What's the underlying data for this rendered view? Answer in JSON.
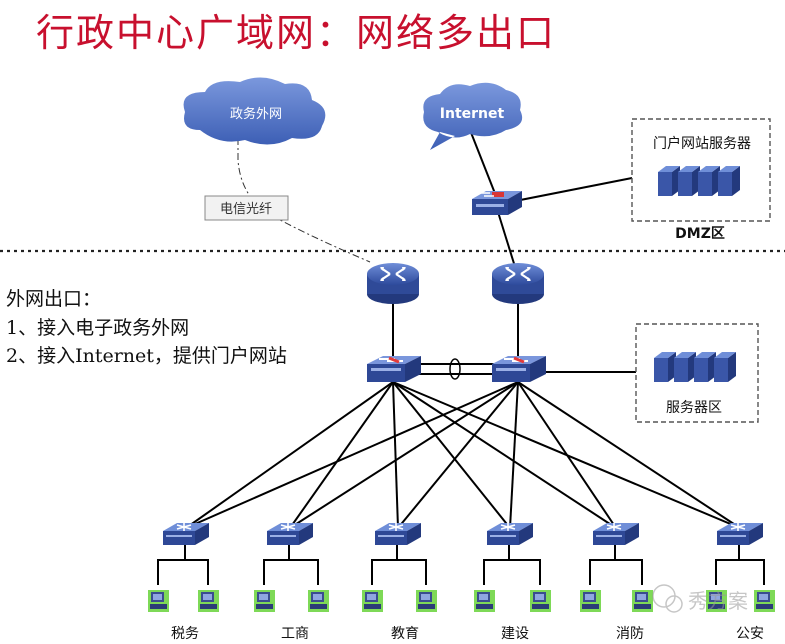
{
  "title": "行政中心广域网：网络多出口",
  "cloud_gov": "政务外网",
  "cloud_internet": "Internet",
  "fiber_label": "电信光纤",
  "dmz_server_label": "门户网站服务器",
  "dmz_label": "DMZ区",
  "server_zone_label": "服务器区",
  "notes": {
    "line1": "外网出口：",
    "line2": "1、接入电子政务外网",
    "line3": "2、接入Internet，提供门户网站"
  },
  "departments": [
    "税务",
    "工商",
    "教育",
    "建设",
    "消防",
    "公安"
  ],
  "watermark": "秀方案",
  "colors": {
    "title": "#c8102e",
    "device_blue": "#3a56a8",
    "cloud": "#4a6fc0",
    "pc_green": "#7ed957"
  }
}
